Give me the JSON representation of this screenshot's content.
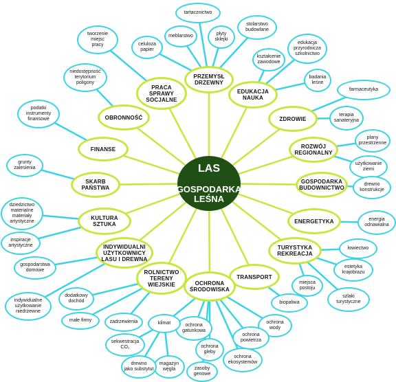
{
  "center": {
    "line1": "LAS",
    "line2": "GOSPODARKA\nLEŚNA"
  },
  "colors": {
    "primary_ring": "#c8e63c",
    "secondary_ring": "#3ad3e6",
    "center_fill": "#1f4f14"
  },
  "primary": {
    "przemysl": "PRZEMYSŁ\nDRZEWNY",
    "edukacja": "EDUKACJA\nNAUKA",
    "zdrowie": "ZDROWIE",
    "rozwoj": "ROZWÓJ\nREGIONALNY",
    "budownictwo": "GOSPODARKA\nBUDOWNICTWO",
    "energetyka": "ENERGETYKA",
    "turystyka": "TURYSTYKA\nREKREACJA",
    "transport": "TRANSPORT",
    "ochrona": "OCHRONA\nŚRODOWISKA",
    "rolnictwo": "ROLNICTWO\nTERENY\nWIEJSKIE",
    "indywidualni": "INDYWIDUALNI\nUŻYTKOWNICY\nLASU I DREWNA",
    "kultura": "KULTURA\nSZTUKA",
    "skarb": "SKARB\nPAŃSTWA",
    "finanse": "FINANSE",
    "obronnosc": "OBRONNOŚĆ",
    "praca": "PRACA\nSPRAWY\nSOCJALNE"
  },
  "secondary": {
    "tartacznictwo": "tartacznictwo",
    "stolarstwo": "stolarstwo\nbudowlane",
    "plyty": "płyty\nsklejki",
    "meblarstwo": "meblarstwo",
    "celuloza": "celuloza\npapier",
    "ksztalcenie": "kształcenie\nzawodowe",
    "edukacja_przyr": "edukacja\nprzyrodnicza\nszkolnictwo",
    "badania": "badania\nleśne",
    "farmaceutyka": "farmaceutyka",
    "terapia": "terapia\nsanateryjna",
    "plany": "plany\nprzestrzenne",
    "uzytkowanie_ziemi": "użytkowanie\nziemi",
    "drewno_konstr": "drewno\nkonstrukcje",
    "energia": "energia\nodnawialna",
    "lowiectwo": "łowiectwo",
    "estetyka": "estetyka\nkrajobrazu",
    "szlaki": "szlaki\nturystyczne",
    "miejsca": "miejsca\npostoju",
    "biopaliwa": "biopaliwa",
    "ochrona_wody": "ochrona\nwody",
    "ochrona_powietrza": "ochrona\npowietrza",
    "ochrona_ekosystemow": "ochrona\nekosystemów",
    "ochrona_gleby": "ochrona\ngleby",
    "ochrona_gatunkowa": "ochrona\ngatunkowa",
    "zasoby_genowe": "zasoby\ngenowe",
    "klimat": "klimat",
    "magazyn": "magazyn\nwęgla",
    "drewno_substytut": "drewno\njako substytut",
    "sekwestracja": "sekwestracja\nCO₂",
    "zadrzewienia": "zadrzewienia",
    "male_firmy": "małe firmy",
    "dodatkowy": "dodatkowy\ndochód",
    "indywidualne_uzytkowanie": "indywidualne\nużytkowanie\nniedrzewne",
    "gospodarstwa": "gospodarstwa\ndomowe",
    "inspiracje": "inspiracje\nartystyczne",
    "dziedzictwo": "dziedzictwo\nmateriaIne\nmateriały\nartystyczne",
    "grunty": "grunty\nzalesienia",
    "podatki": "podatki\ninstrumenty\nfinansowe",
    "niedostepnosc": "niedostępność\nterytorium\npoligony",
    "tworzenie": "tworzenie\nmiejsc\npracy"
  }
}
